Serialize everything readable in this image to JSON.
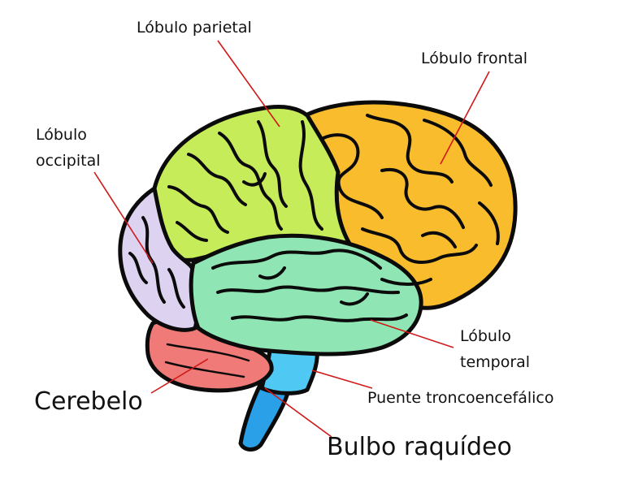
{
  "labels": {
    "parietal": "Lóbulo parietal",
    "frontal": "Lóbulo frontal",
    "occipital_line1": "Lóbulo",
    "occipital_line2": "occipital",
    "temporal_line1": "Lóbulo",
    "temporal_line2": "temporal",
    "pons": "Puente troncoencefálico",
    "cerebellum": "Cerebelo",
    "medulla": "Bulbo raquídeo"
  },
  "colors": {
    "frontal": "#f9bc2c",
    "parietal": "#c6ec5a",
    "occipital": "#ddd2f0",
    "temporal": "#8fe6b4",
    "cerebellum": "#f07a78",
    "pons": "#4fc8f3",
    "medulla": "#2aa0e8",
    "leader_lines": "#d01818"
  }
}
